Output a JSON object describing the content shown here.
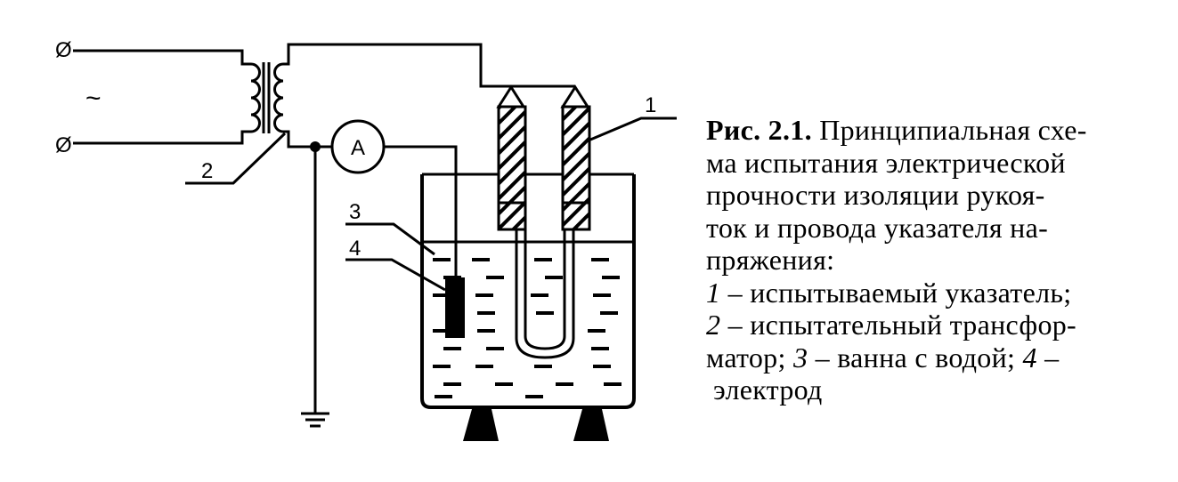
{
  "figure": {
    "caption_title": "Рис. 2.1.",
    "caption_lines": [
      "Принципиальная схе-",
      "ма испытания электрической",
      "прочности изоляции рукоя-",
      "ток и провода указателя на-",
      "пряжения:"
    ],
    "legend": [
      {
        "num": "1",
        "text": "– испытываемый указатель;"
      },
      {
        "num": "2",
        "text": "– испытательный трансфор-"
      },
      {
        "num": "",
        "text": "матор; "
      },
      {
        "num": "",
        "text": "электрод"
      }
    ],
    "legend_line3_num3": "3",
    "legend_line3_text3": "– ванна с водой; ",
    "legend_line3_num4": "4",
    "legend_line3_text4": "–"
  },
  "diagram": {
    "terminal_symbol": "Ø",
    "ac_symbol": "~",
    "ammeter_label": "А",
    "labels": {
      "one": "1",
      "two": "2",
      "three": "3",
      "four": "4"
    }
  }
}
